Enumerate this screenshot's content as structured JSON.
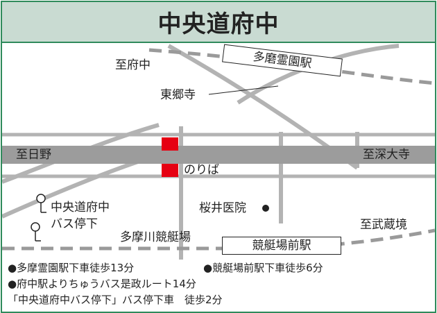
{
  "header": {
    "title": "中央道府中"
  },
  "map": {
    "labels": {
      "to_fuchu": "至府中",
      "tamareien_station": "多磨霊園駅",
      "tokyoji": "東郷寺",
      "to_hino": "至日野",
      "to_jindaiji": "至深大寺",
      "noriba": "のりば",
      "bus_stop_line1": "中央道府中",
      "bus_stop_line2": "バス停下",
      "sakurai_clinic": "桜井医院",
      "to_musashi_sakai": "至武蔵境",
      "tamagawa_kyoteijo": "多摩川競艇場",
      "kyoteijo_mae_station": "競艇場前駅"
    },
    "colors": {
      "road": "#b3b3b3",
      "highway": "#9c9c9c",
      "rail": "#9a9a9a",
      "bus_stop_marker": "#e60012",
      "frame": "#2f8a5b",
      "header_bg": "#c9dbd2"
    }
  },
  "footer": {
    "line1a": "●多摩霊園駅下車徒歩13分",
    "line1b": "●競艇場前駅下車徒歩6分",
    "line2": "●府中駅よりちゅうバス是政ルート14分",
    "line3": "「中央道府中バス停下」バス停下車　徒歩2分"
  }
}
